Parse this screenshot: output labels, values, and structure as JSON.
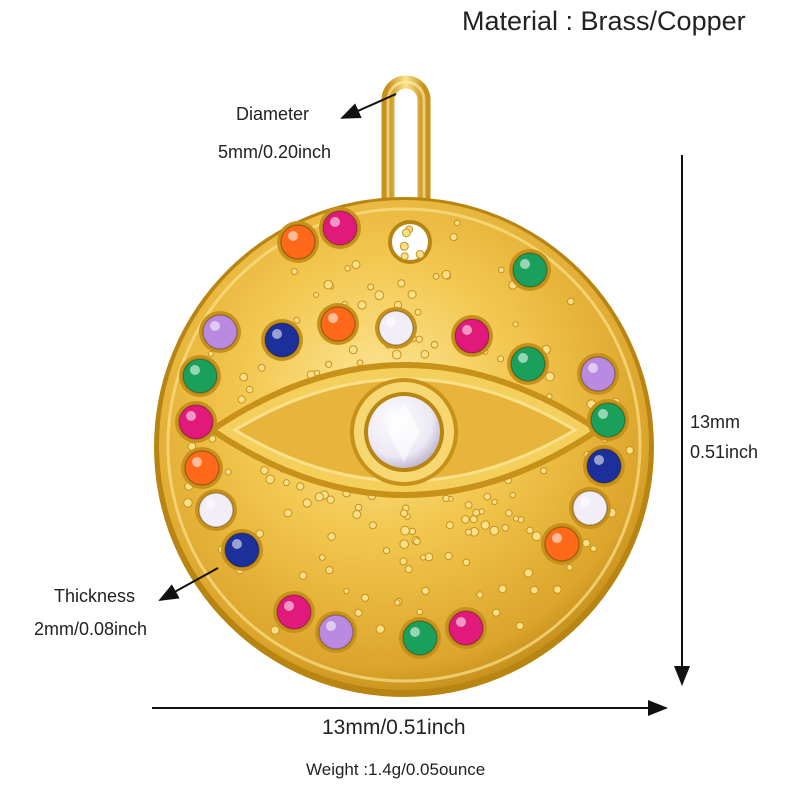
{
  "header": {
    "material": "Material : Brass/Copper"
  },
  "callouts": {
    "diameter_label": "Diameter",
    "diameter_value": "5mm/0.20inch",
    "thickness_label": "Thickness",
    "thickness_value": "2mm/0.08inch"
  },
  "dimensions": {
    "height_mm": "13mm",
    "height_inch": "0.51inch",
    "width": "13mm/0.51inch",
    "weight": "Weight :1.4g/0.05ounce"
  },
  "colors": {
    "gold": "#e9b73c",
    "gold_dark": "#b98512",
    "gold_light": "#fde79a",
    "stones": [
      "#ff6a1a",
      "#e0197a",
      "#1aa05a",
      "#b98ae0",
      "#1d2f9a",
      "#f2eef8"
    ]
  }
}
